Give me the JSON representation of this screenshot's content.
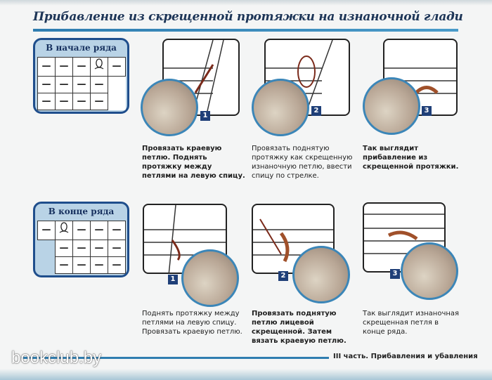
{
  "title": "Прибавление из скрещенной протяжки на изнаночной глади",
  "sections": [
    {
      "chart_label": "В начале ряда",
      "steps": [
        {
          "number": "1",
          "caption": "Провязать краевую петлю. Поднять протяжку между петлями на левую спицу."
        },
        {
          "number": "2",
          "caption": "Провязать поднятую протяжку как скрещенную изнаночную петлю, ввести спицу по стрелке."
        },
        {
          "number": "3",
          "caption": "Так выглядит прибавление из скрещенной протяжки."
        }
      ]
    },
    {
      "chart_label": "В конце ряда",
      "steps": [
        {
          "number": "1",
          "caption": "Поднять протяжку между петлями на левую спицу. Провязать краевую петлю."
        },
        {
          "number": "2",
          "caption": "Провязать поднятую петлю лицевой скрещенной. Затем вязать краевую петлю."
        },
        {
          "number": "3",
          "caption": "Так выглядит изнаночная скрещенная петля в конце ряда."
        }
      ]
    }
  ],
  "symbols": {
    "purl": "—"
  },
  "footer": "III часть. Прибавления и убавления",
  "watermark": "bookclub.by"
}
